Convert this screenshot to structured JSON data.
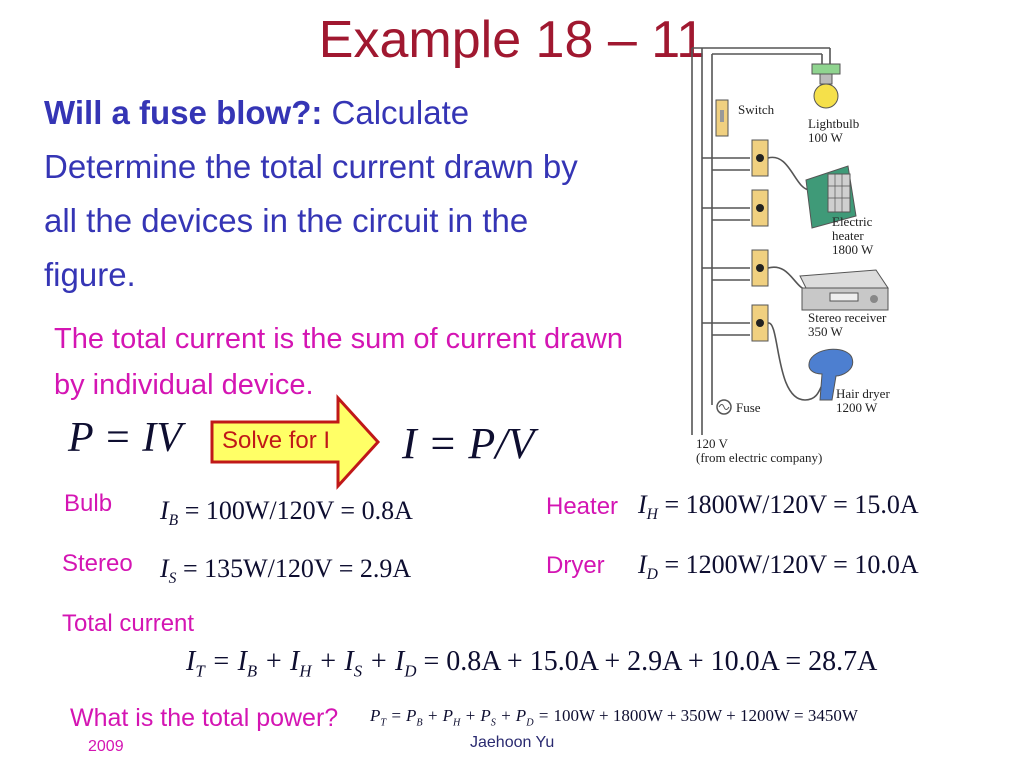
{
  "slide": {
    "title": "Example 18 – 11",
    "question_bold": "Will a fuse blow?:",
    "question_lead": " Calculate",
    "question_body": "Determine the total current drawn by all the devices in the circuit in the figure.",
    "subtext": "The total current is the sum of current drawn by individual device.",
    "formula_left": "P = IV",
    "arrow_label": "Solve for I",
    "formula_right": "I = P/V",
    "labels": {
      "bulb": "Bulb",
      "heater": "Heater",
      "stereo": "Stereo",
      "dryer": "Dryer",
      "total_current": "Total current",
      "total_power": "What is the total power?"
    },
    "equations": {
      "bulb": "= 100W/120V = 0.8A",
      "heater": "= 1800W/120V = 15.0A",
      "stereo": "=  135W/120V = 2.9A",
      "dryer": "= 1200W/120V = 10.0A",
      "total": "= 0.8A + 15.0A + 2.9A + 10.0A = 28.7A",
      "power_values": "100W + 1800W + 350W + 1200W = 3450W"
    },
    "footer": {
      "year": "2009",
      "author": "Jaehoon Yu"
    }
  },
  "figure": {
    "switch": "Switch",
    "lightbulb": "Lightbulb",
    "lightbulb_w": "100 W",
    "heater": "Electric",
    "heater2": "heater",
    "heater_w": "1800 W",
    "stereo": "Stereo receiver",
    "stereo_w": "350 W",
    "dryer": "Hair dryer",
    "dryer_w": "1200 W",
    "fuse": "Fuse",
    "volts": "120 V",
    "source": "(from electric company)"
  }
}
